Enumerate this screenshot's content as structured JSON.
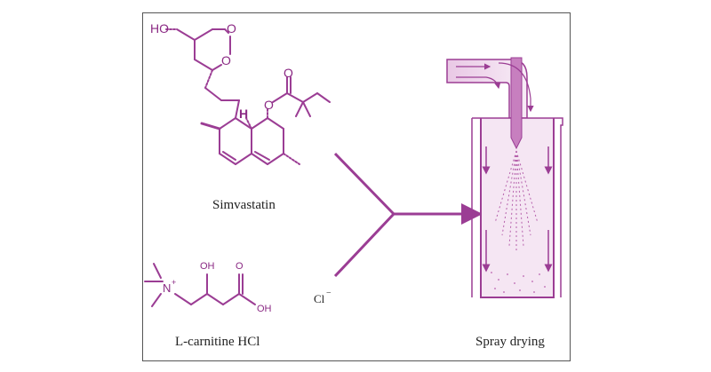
{
  "figure": {
    "labels": {
      "simvastatin": "Simvastatin",
      "carnitine": "L-carnitine HCl",
      "spray": "Spray drying"
    },
    "atoms": {
      "ho": "HO",
      "o_ring": "O",
      "o_carbonyl": "O",
      "o_ester": "O",
      "o_ester2": "O",
      "h": "H",
      "oh": "OH",
      "o_acid": "O",
      "oh_acid": "OH",
      "n": "N",
      "n_plus": "+",
      "cl": "Cl",
      "cl_minus": "−"
    },
    "colors": {
      "accent": "#9b3d94",
      "light_fill": "#f5e6f3",
      "border": "#555555"
    }
  }
}
